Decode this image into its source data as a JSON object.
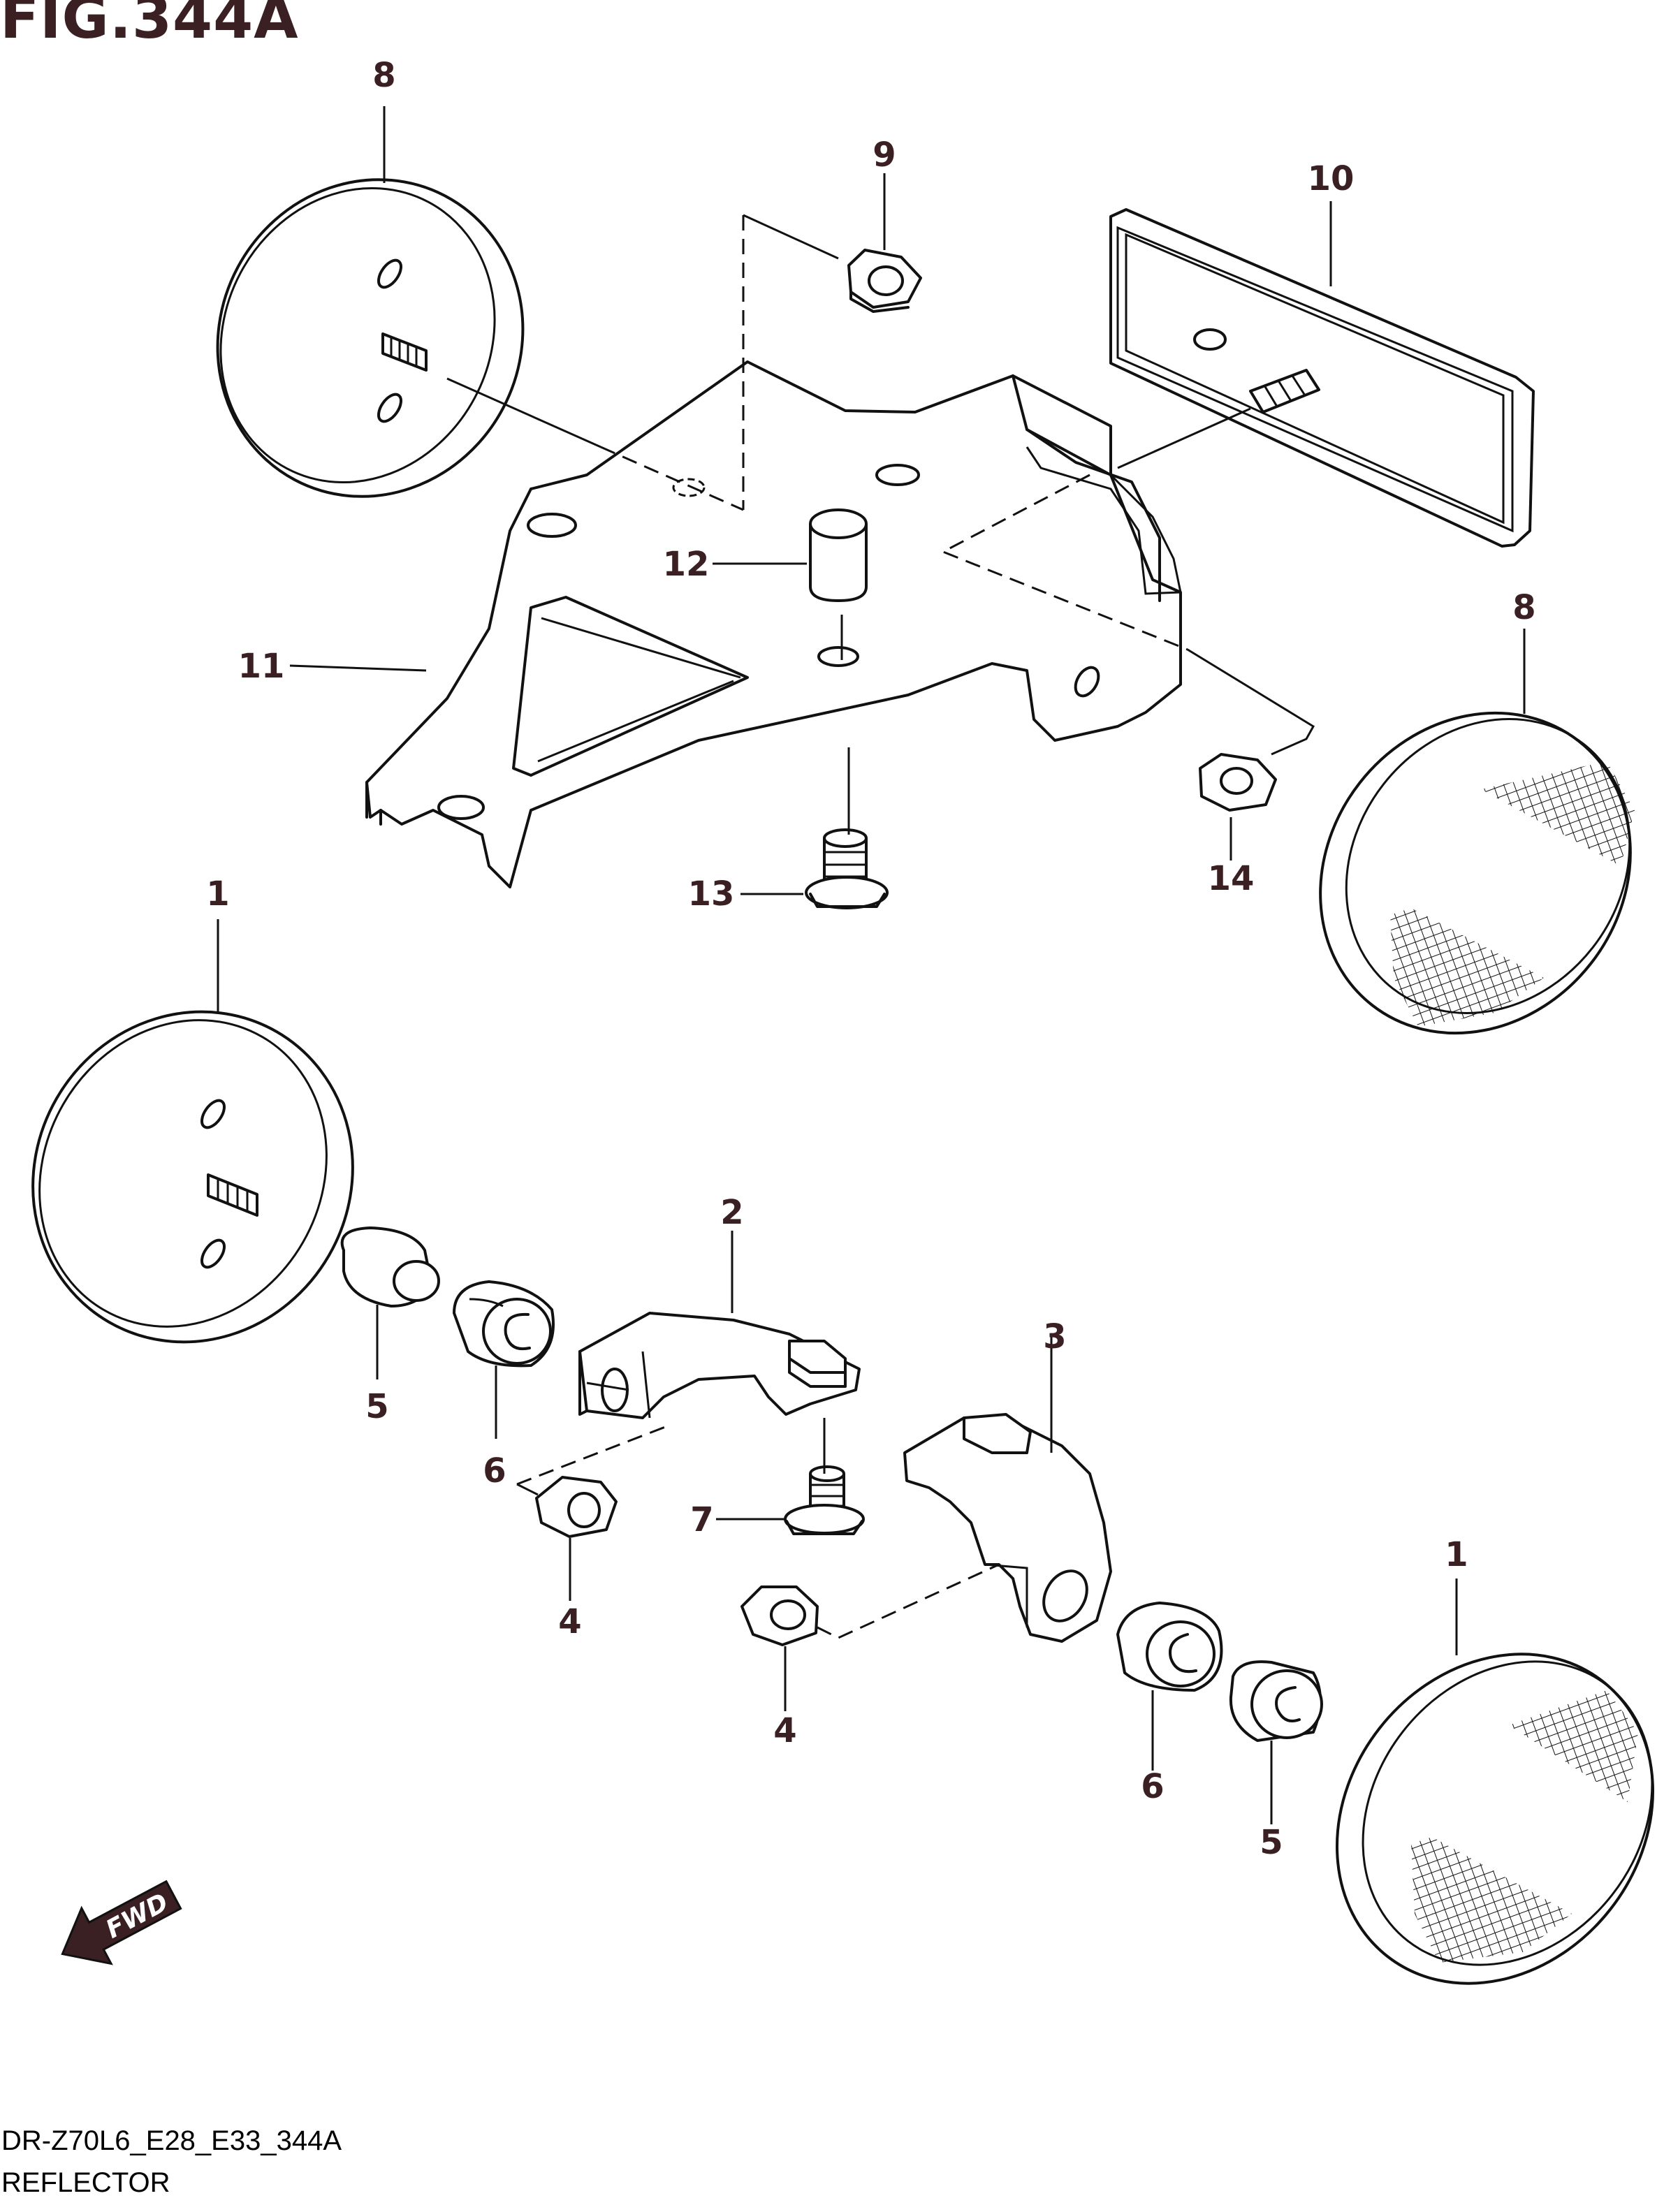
{
  "figure": {
    "title": "FIG.344A",
    "model_code": "DR-Z70L6_E28_E33_344A",
    "name": "REFLECTOR"
  },
  "callouts": [
    {
      "id": "label-8-top",
      "text": "8"
    },
    {
      "id": "label-9",
      "text": "9"
    },
    {
      "id": "label-10",
      "text": "10"
    },
    {
      "id": "label-12",
      "text": "12"
    },
    {
      "id": "label-11",
      "text": "11"
    },
    {
      "id": "label-8-right",
      "text": "8"
    },
    {
      "id": "label-13",
      "text": "13"
    },
    {
      "id": "label-14",
      "text": "14"
    },
    {
      "id": "label-1-left",
      "text": "1"
    },
    {
      "id": "label-2",
      "text": "2"
    },
    {
      "id": "label-3",
      "text": "3"
    },
    {
      "id": "label-5-left",
      "text": "5"
    },
    {
      "id": "label-6-left",
      "text": "6"
    },
    {
      "id": "label-7",
      "text": "7"
    },
    {
      "id": "label-4-left",
      "text": "4"
    },
    {
      "id": "label-4-mid",
      "text": "4"
    },
    {
      "id": "label-6-right",
      "text": "6"
    },
    {
      "id": "label-5-right",
      "text": "5"
    },
    {
      "id": "label-1-right",
      "text": "1"
    }
  ],
  "direction_indicator": {
    "text": "FWD",
    "icon": "forward-arrow-icon"
  },
  "colors": {
    "title": "#3a1f23",
    "lines": "#111111",
    "background": "#ffffff"
  }
}
